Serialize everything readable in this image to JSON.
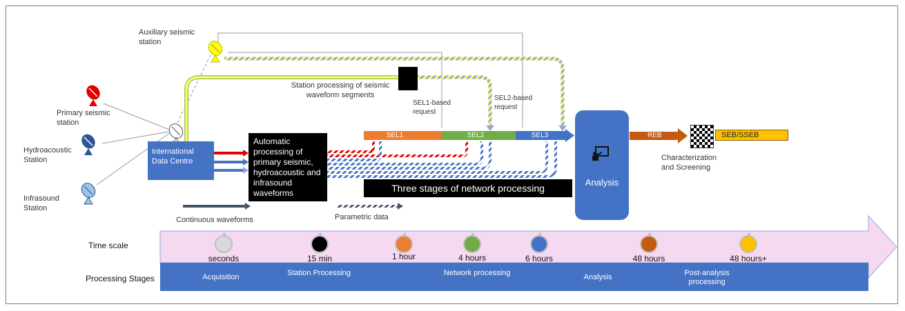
{
  "stations": {
    "auxiliary": "Auxiliary seismic station",
    "primary": "Primary seismic station",
    "hydroacoustic": "Hydroacoustic Station",
    "infrasound": "Infrasound Station"
  },
  "idc": "International Data Centre",
  "automatic": "Automatic processing of primary seismic, hydroacoustic and infrasound waveforms",
  "station_processing": "Station processing of seismic waveform segments",
  "sel1_request": "SEL1-based request",
  "sel2_request": "SEL2-based request",
  "sel_labels": [
    "SEL1",
    "SEL2",
    "SEL3"
  ],
  "three_stages": "Three stages of network processing",
  "analysis": "Analysis",
  "reb": "REB",
  "seb": "SEB/SSEB",
  "characterization": "Characterization and Screening",
  "legend": {
    "continuous": "Continuous waveforms",
    "parametric": "Parametric data"
  },
  "row_labels": {
    "time_scale": "Time scale",
    "processing_stages": "Processing Stages"
  },
  "timescale": [
    {
      "label": "seconds",
      "color": "#d9d9d9"
    },
    {
      "label": "15 min",
      "color": "#000000"
    },
    {
      "label": "1 hour",
      "color": "#ed7d31"
    },
    {
      "label": "4 hours",
      "color": "#70ad47"
    },
    {
      "label": "6 hours",
      "color": "#4472c4"
    },
    {
      "label": "48 hours",
      "color": "#c55a11"
    },
    {
      "label": "48 hours+",
      "color": "#ffc000"
    }
  ],
  "stages": [
    "Acquisition",
    "Station Processing",
    "Network processing",
    "Analysis",
    "Post-analysis processing"
  ],
  "colors": {
    "blue": "#4472c4",
    "red": "#e00000",
    "orange": "#ed7d31",
    "green": "#70ad47",
    "yellow": "#ffff00",
    "timeline_fill": "#f4d9f0"
  },
  "icons": [
    "satellite-dish-icon",
    "stopwatch-icon",
    "presentation-board-icon"
  ]
}
